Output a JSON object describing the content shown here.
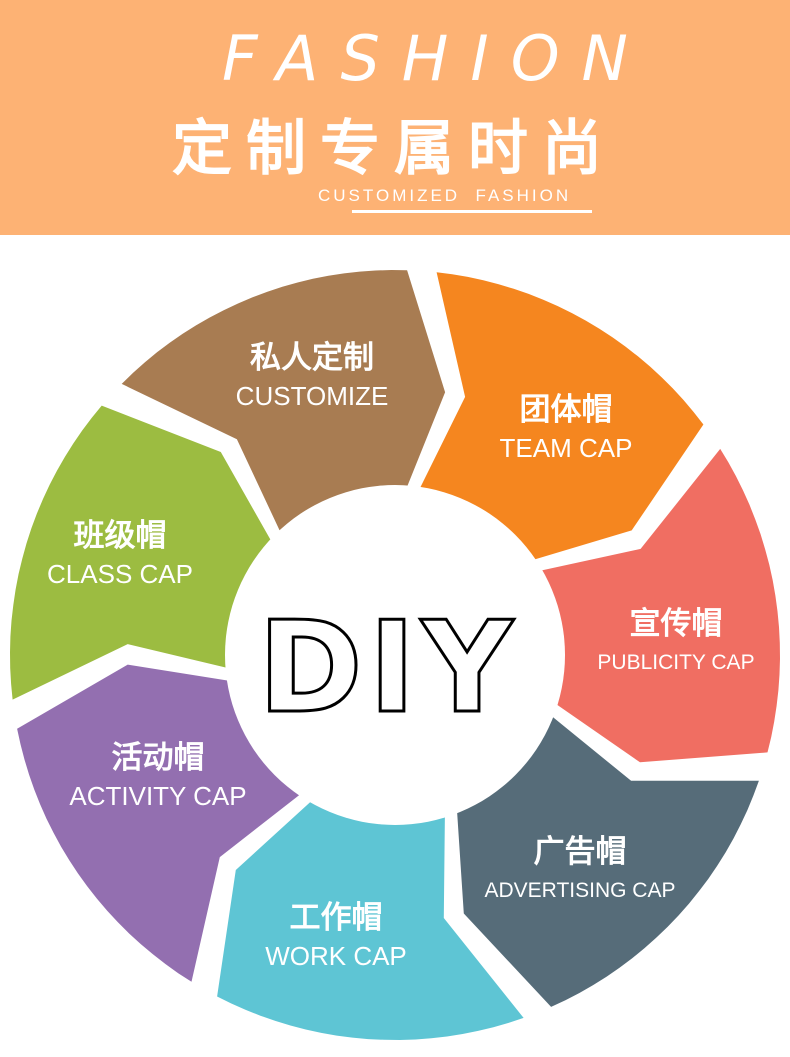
{
  "header": {
    "background": "#fdb274",
    "title": "FASHION",
    "chinese_title": "定制专属时尚",
    "subtitle": "CUSTOMIZED  FASHION"
  },
  "center": {
    "text": "DIY"
  },
  "segments": [
    {
      "cn": "团体帽",
      "en": "TEAM CAP",
      "color": "#f5861f"
    },
    {
      "cn": "宣传帽",
      "en": "PUBLICITY CAP",
      "color": "#f06e62"
    },
    {
      "cn": "广告帽",
      "en": "ADVERTISING CAP",
      "color": "#566c79"
    },
    {
      "cn": "工作帽",
      "en": "WORK CAP",
      "color": "#5ec5d4"
    },
    {
      "cn": "活动帽",
      "en": "ACTIVITY CAP",
      "color": "#936fb0"
    },
    {
      "cn": "班级帽",
      "en": "CLASS CAP",
      "color": "#9cbc41"
    },
    {
      "cn": "私人定制",
      "en": "CUSTOMIZE",
      "color": "#a87c52"
    }
  ]
}
